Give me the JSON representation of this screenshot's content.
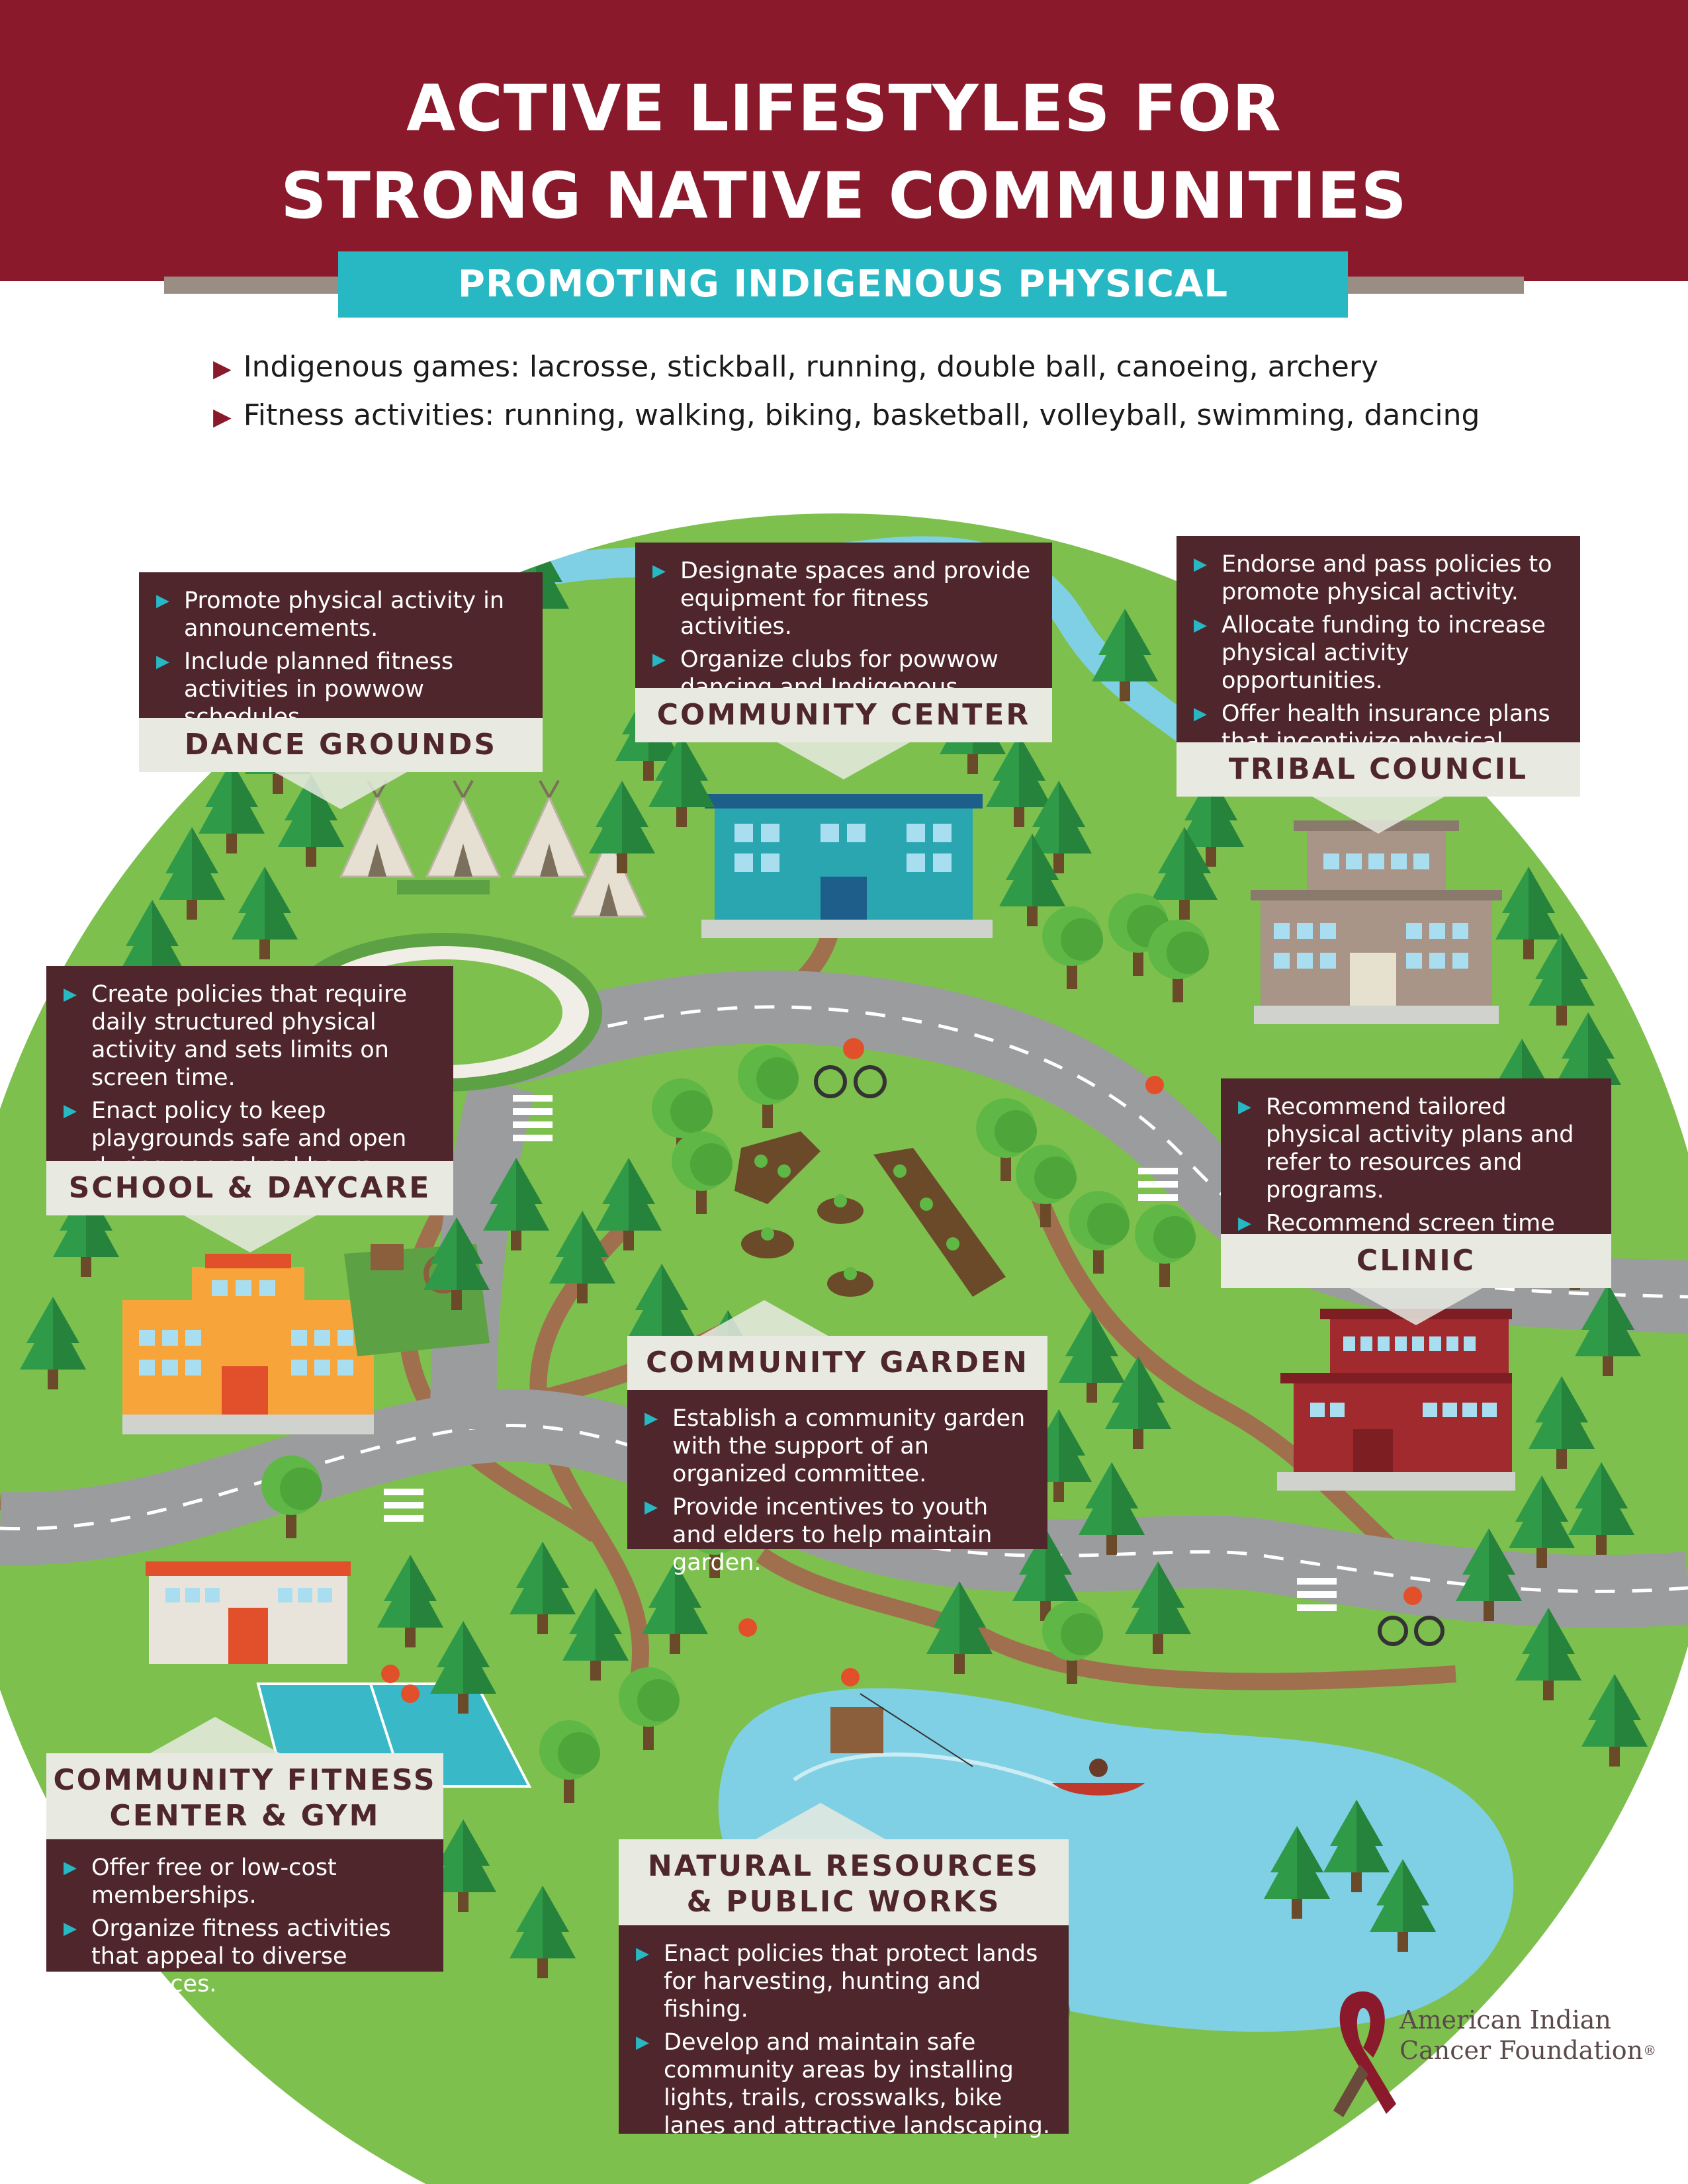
{
  "header": {
    "title_line1": "ACTIVE LIFESTYLES FOR",
    "title_line2": "STRONG NATIVE COMMUNITIES",
    "subtitle": "PROMOTING INDIGENOUS PHYSICAL WELLNESS"
  },
  "intro": {
    "items": [
      "Indigenous games: lacrosse, stickball, running, double ball, canoeing, archery",
      "Fitness activities: running, walking, biking, basketball, volleyball, swimming, dancing"
    ]
  },
  "sections": {
    "dance_grounds": {
      "label": "DANCE GROUNDS",
      "items": [
        "Promote physical activity in announcements.",
        "Include planned fitness activities in powwow schedules."
      ]
    },
    "community_center": {
      "label": "COMMUNITY CENTER",
      "items": [
        "Designate spaces and provide equipment for fitness activities.",
        "Organize clubs for powwow dancing and Indigenous games."
      ]
    },
    "tribal_council": {
      "label": "TRIBAL COUNCIL",
      "items": [
        "Endorse and pass policies to promote physical activity.",
        "Allocate funding to increase physical activity opportunities.",
        "Offer health insurance plans that incentivize physical activity."
      ]
    },
    "school_daycare": {
      "label": "SCHOOL & DAYCARE",
      "items": [
        "Create policies that require daily structured physical activity and sets limits on screen time.",
        "Enact policy to keep playgrounds safe and open during non-school hours."
      ]
    },
    "clinic": {
      "label": "CLINIC",
      "items": [
        "Recommend tailored physical activity plans and refer to resources and programs.",
        "Recommend screen time limits for youth."
      ]
    },
    "community_garden": {
      "label": "COMMUNITY GARDEN",
      "items": [
        "Establish a community garden with the support of an organized committee.",
        "Provide incentives to youth and elders to help maintain garden."
      ]
    },
    "fitness_center": {
      "label_line1": "COMMUNITY FITNESS",
      "label_line2": "CENTER & GYM",
      "items": [
        "Offer free or low-cost memberships.",
        "Organize fitness activities that appeal to diverse audiences."
      ]
    },
    "natural_resources": {
      "label_line1": "NATURAL RESOURCES",
      "label_line2": "& PUBLIC WORKS",
      "items": [
        "Enact policies that protect lands for harvesting, hunting and fishing.",
        "Develop and maintain safe community areas by installing lights, trails, crosswalks, bike lanes and attractive landscaping."
      ]
    }
  },
  "logo": {
    "line1": "American Indian",
    "line2": "Cancer Foundation",
    "mark": "®"
  },
  "colors": {
    "header_bg": "#8a1a2b",
    "subtitle_bg": "#27b8c4",
    "box_bg": "#4f262b",
    "label_bg": "#e8eae2",
    "grass": "#7ec04e",
    "road": "#9a9c9e",
    "water": "#7fd0e4"
  }
}
